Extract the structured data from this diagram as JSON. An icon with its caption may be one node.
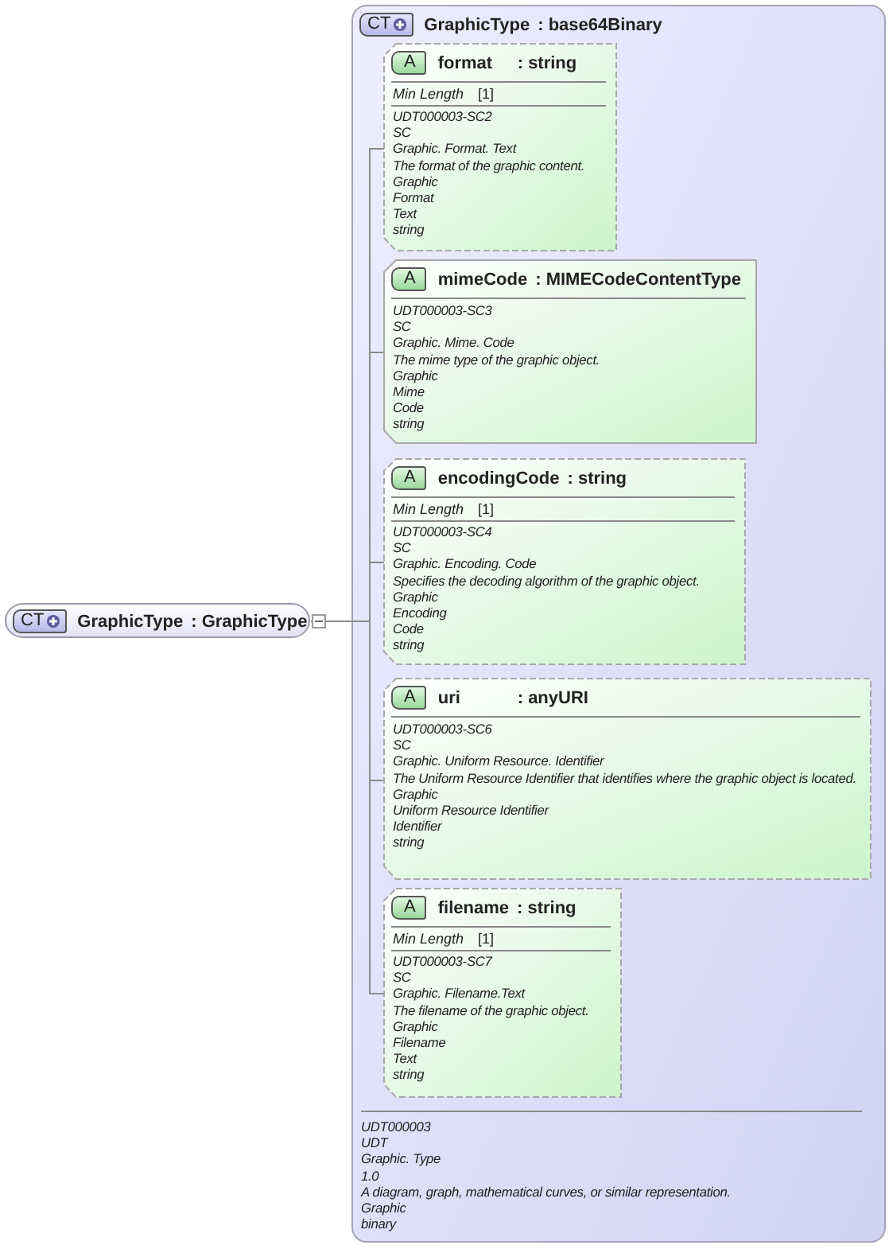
{
  "diagram": {
    "nodes": [
      {
        "text": [
          "CT",
          "GraphicType",
          ": GraphicType"
        ]
      },
      {
        "text": [
          "CT",
          "GraphicType",
          ": base64Binary",
          "UDT000003",
          "UDT",
          "Graphic. Type",
          "1.0",
          "A diagram, graph, mathematical curves, or similar representation.",
          "Graphic",
          "binary"
        ]
      },
      {
        "text": [
          "A",
          "format",
          ": string",
          "Min Length",
          "[1]",
          "UDT000003-SC2",
          "SC",
          "Graphic. Format. Text",
          "The format of the graphic content.",
          "Graphic",
          "Format",
          "Text",
          "string"
        ],
        "in": 1
      },
      {
        "text": [
          "A",
          "mimeCode",
          ": MIMECodeContentType",
          "UDT000003-SC3",
          "SC",
          "Graphic. Mime. Code",
          "The mime type of the graphic object.",
          "Graphic",
          "Mime",
          "Code",
          "string"
        ],
        "in": 1
      },
      {
        "text": [
          "A",
          "encodingCode",
          ": string",
          "Min Length",
          "[1]",
          "UDT000003-SC4",
          "SC",
          "Graphic. Encoding. Code",
          "Specifies the decoding algorithm of the graphic object.",
          "Graphic",
          "Encoding",
          "Code",
          "string"
        ],
        "in": 1
      },
      {
        "text": [
          "A",
          "uri",
          ": anyURI",
          "UDT000003-SC6",
          "SC",
          "Graphic. Uniform Resource. Identifier",
          "The Uniform Resource Identifier that identifies where the graphic object is located.",
          "Graphic",
          "Uniform Resource Identifier",
          "Identifier",
          "string"
        ],
        "in": 1
      },
      {
        "text": [
          "A",
          "filename",
          ": string",
          "Min Length",
          "[1]",
          "UDT000003-SC7",
          "SC",
          "Graphic. Filename.Text",
          "The filename of the graphic object.",
          "Graphic",
          "Filename",
          "Text",
          "string"
        ],
        "in": 1
      }
    ],
    "edges": [
      {
        "from": 0,
        "to": 2,
        "arrow": "none"
      },
      {
        "from": 0,
        "to": 3,
        "arrow": "none"
      },
      {
        "from": 0,
        "to": 4,
        "arrow": "none"
      },
      {
        "from": 0,
        "to": 5,
        "arrow": "none"
      },
      {
        "from": 0,
        "to": 6,
        "arrow": "none"
      }
    ]
  }
}
